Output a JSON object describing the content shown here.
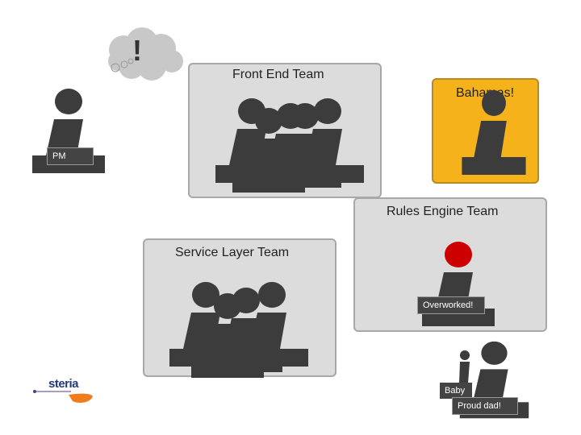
{
  "thought": {
    "mark": "!"
  },
  "pm": {
    "label": "PM"
  },
  "front_end": {
    "title": "Front End Team"
  },
  "bahamas": {
    "title": "Bahamas!",
    "color": "#f5b21a"
  },
  "rules_engine": {
    "title": "Rules Engine Team",
    "note": "Overworked!",
    "head_color": "#cc0000"
  },
  "service_layer": {
    "title": "Service Layer Team"
  },
  "dad": {
    "baby_label": "Baby",
    "label": "Proud dad!"
  },
  "logo": {
    "text": "steria",
    "accent_color": "#f07d1a"
  },
  "colors": {
    "person": "#3c3c3c",
    "panel": "#dcdcdc",
    "border": "#a8a8a8"
  }
}
